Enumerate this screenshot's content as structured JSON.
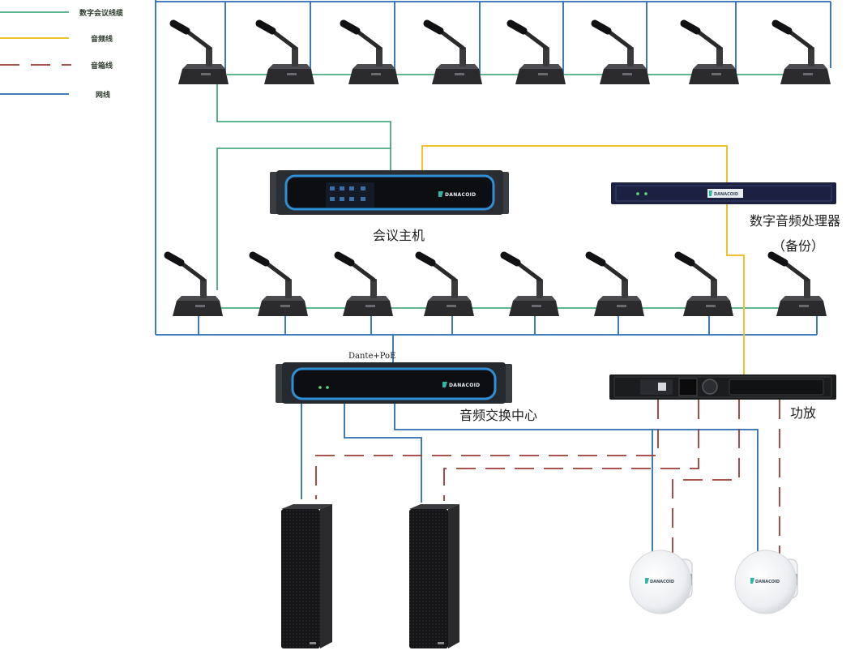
{
  "legend": {
    "items": [
      {
        "label": "数字会议线缆",
        "color": "#2e9e6a",
        "style": "solid"
      },
      {
        "label": "音频线",
        "color": "#f2c12e",
        "style": "solid"
      },
      {
        "label": "音箱线",
        "color": "#9b3a33",
        "style": "dashed"
      },
      {
        "label": "网线",
        "color": "#2a6db0",
        "style": "solid"
      }
    ]
  },
  "labels": {
    "conference_host": "会议主机",
    "dsp": "数字音频处理器",
    "dsp_note": "（备份）",
    "dante": "Dante+PoE",
    "audio_switch": "音频交换中心",
    "amplifier": "功放"
  },
  "brand": "DANACOID"
}
